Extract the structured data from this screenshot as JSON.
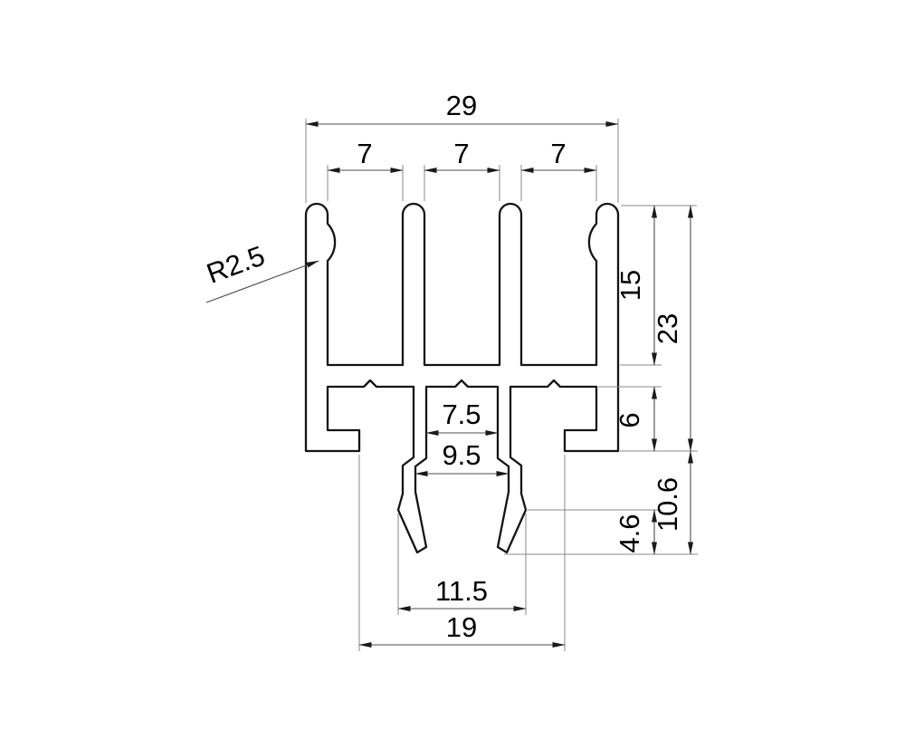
{
  "drawing": {
    "kind": "extrusion-profile-cross-section",
    "background": "#ffffff",
    "outline_color": "#141414",
    "dimension_color": "#4d4d4d",
    "extension_color": "#8a8a8a"
  },
  "labels": {
    "overall_width": "29",
    "channel1_width": "7",
    "channel2_width": "7",
    "channel3_width": "7",
    "radius_callout": "R2.5",
    "channel_depth": "15",
    "body_height": "23",
    "lower_section_height": "6",
    "slot_width_upper": "7.5",
    "slot_width_lower": "9.5",
    "leg_drop_total": "10.6",
    "foot_height": "4.6",
    "feet_span": "11.5",
    "flange_inner_span": "19"
  }
}
